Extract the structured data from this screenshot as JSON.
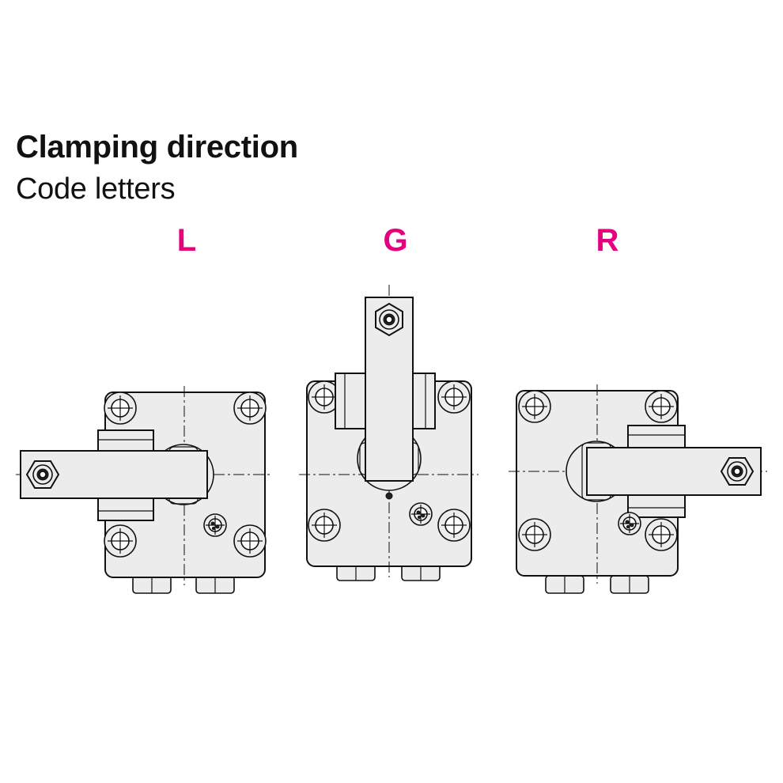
{
  "title": "Clamping direction",
  "subtitle": "Code letters",
  "accent_color": "#e5007e",
  "codes": [
    {
      "letter": "L"
    },
    {
      "letter": "G"
    },
    {
      "letter": "R"
    }
  ]
}
